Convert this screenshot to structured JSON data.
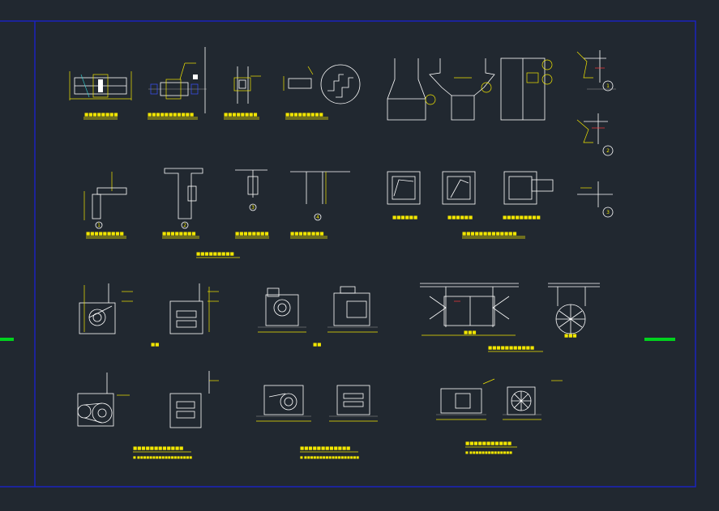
{
  "colors": {
    "background": "#212830",
    "sheet_border": "#1a22c8",
    "line_white": "#ffffff",
    "text_yellow": "#f2e600",
    "marker_green": "#00d21e",
    "accent_red": "#ff3b3b",
    "accent_cyan": "#33d6d6"
  },
  "detail_markers": [
    "1",
    "2",
    "3",
    "4"
  ]
}
